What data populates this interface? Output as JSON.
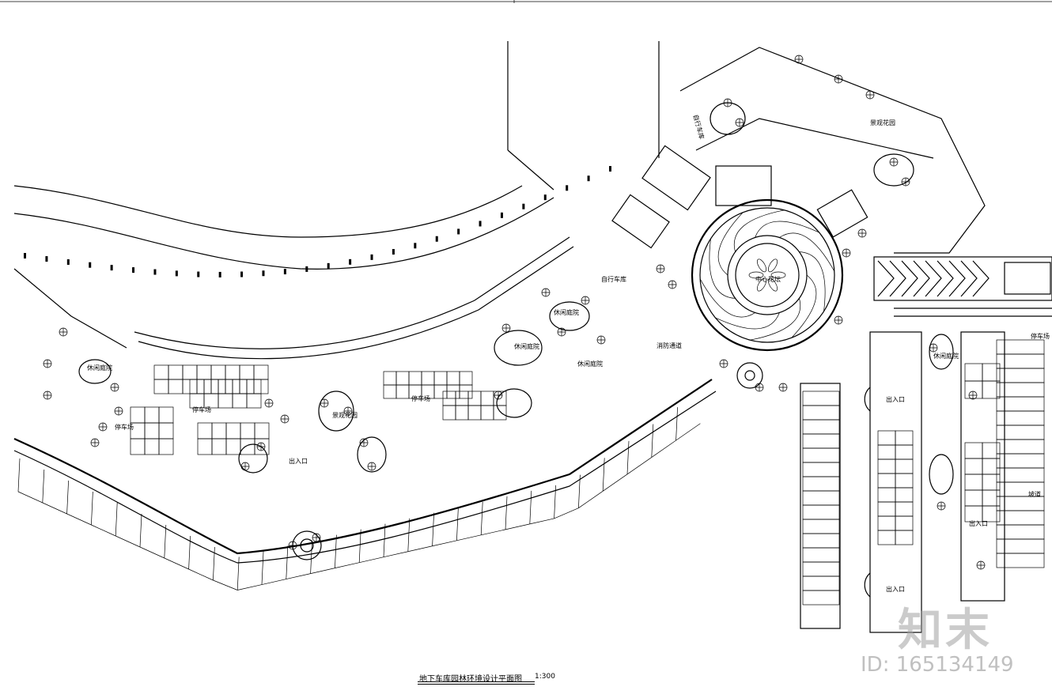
{
  "drawing": {
    "title": "地下车库园林环境设计平面图",
    "scale": "1:300"
  },
  "labels": [
    "自行车库",
    "自行车库",
    "中心花坛",
    "停车场",
    "停车场",
    "停车场",
    "停车场",
    "休闲庭院",
    "休闲庭院",
    "休闲庭院",
    "休闲庭院",
    "休闲庭院",
    "出入口",
    "出入口",
    "出入口",
    "出入口",
    "景观花园",
    "景观花园",
    "消防通道",
    "坡道"
  ],
  "watermark": {
    "logo": "知末",
    "id": "ID: 165134149"
  }
}
